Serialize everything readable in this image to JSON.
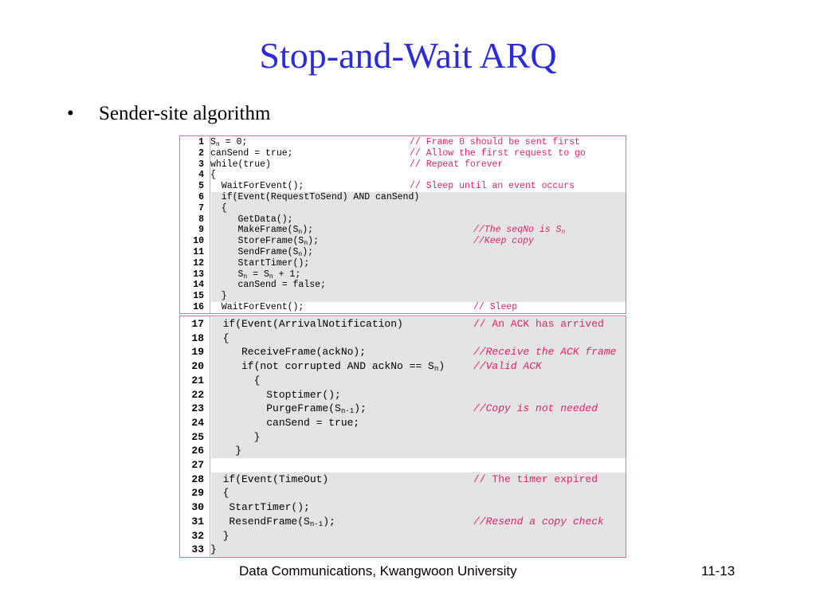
{
  "title": "Stop-and-Wait ARQ",
  "bullet": {
    "marker": "•",
    "text": "Sender-site algorithm"
  },
  "code_top": [
    {
      "n": "1",
      "pre": "S",
      "sub": "n",
      "post": " = 0;",
      "comment": "// Frame 0 should be sent first"
    },
    {
      "n": "2",
      "pre": "canSend = true;",
      "comment": "// Allow the first request to go"
    },
    {
      "n": "3",
      "pre": "while(true)",
      "comment": "// Repeat forever"
    },
    {
      "n": "4",
      "pre": "{"
    },
    {
      "n": "5",
      "pre": "  WaitForEvent();",
      "comment": "// Sleep until an event occurs"
    },
    {
      "n": "6",
      "pre": "  if(Event(RequestToSend) AND canSend)"
    },
    {
      "n": "7",
      "pre": "  {"
    },
    {
      "n": "8",
      "pre": "     GetData();"
    },
    {
      "n": "9",
      "pre": "     MakeFrame(S",
      "sub": "n",
      "post": ");",
      "comment": "//The seqNo is S",
      "comment_sub": "n",
      "italic": true
    },
    {
      "n": "10",
      "pre": "     StoreFrame(S",
      "sub": "n",
      "post": ");",
      "comment": "//Keep copy",
      "italic": true
    },
    {
      "n": "11",
      "pre": "     SendFrame(S",
      "sub": "n",
      "post": ");"
    },
    {
      "n": "12",
      "pre": "     StartTimer();"
    },
    {
      "n": "13",
      "pre": "     S",
      "sub": "n",
      "post": " = S",
      "sub2": "n",
      "post2": " + 1;"
    },
    {
      "n": "14",
      "pre": "     canSend = false;"
    },
    {
      "n": "15",
      "pre": "  }"
    },
    {
      "n": "16",
      "pre": "  WaitForEvent();",
      "comment": "// Sleep"
    }
  ],
  "code_bottom": [
    {
      "n": "17",
      "pre": "  if(Event(ArrivalNotification)",
      "comment": "// An ACK has arrived"
    },
    {
      "n": "18",
      "pre": "  {"
    },
    {
      "n": "19",
      "pre": "     ReceiveFrame(ackNo);",
      "comment": "//Receive the ACK frame",
      "italic": true
    },
    {
      "n": "20",
      "pre": "     if(not corrupted AND ackNo == S",
      "sub": "n",
      "post": ")",
      "comment": "//Valid ACK",
      "italic": true
    },
    {
      "n": "21",
      "pre": "       {"
    },
    {
      "n": "22",
      "pre": "         Stoptimer();"
    },
    {
      "n": "23",
      "pre": "         PurgeFrame(S",
      "sub": "n-1",
      "post": ");",
      "comment": "//Copy is not needed",
      "italic": true
    },
    {
      "n": "24",
      "pre": "         canSend = true;"
    },
    {
      "n": "25",
      "pre": "       }"
    },
    {
      "n": "26",
      "pre": "    }"
    },
    {
      "n": "27",
      "pre": ""
    },
    {
      "n": "28",
      "pre": "  if(Event(TimeOut)",
      "comment": "// The timer expired"
    },
    {
      "n": "29",
      "pre": "  {"
    },
    {
      "n": "30",
      "pre": "   StartTimer();"
    },
    {
      "n": "31",
      "pre": "   ResendFrame(S",
      "sub": "n-1",
      "post": ");",
      "comment": "//Resend a copy check",
      "italic": true
    },
    {
      "n": "32",
      "pre": "  }"
    },
    {
      "n": "33",
      "pre": "}"
    }
  ],
  "footer": {
    "center": "Data Communications, Kwangwoon University",
    "page": "11-13"
  },
  "colors": {
    "title": "#2b2bdc",
    "comment": "#e0226e",
    "border": "#e86aa3",
    "shade": "#e4e4e4"
  }
}
